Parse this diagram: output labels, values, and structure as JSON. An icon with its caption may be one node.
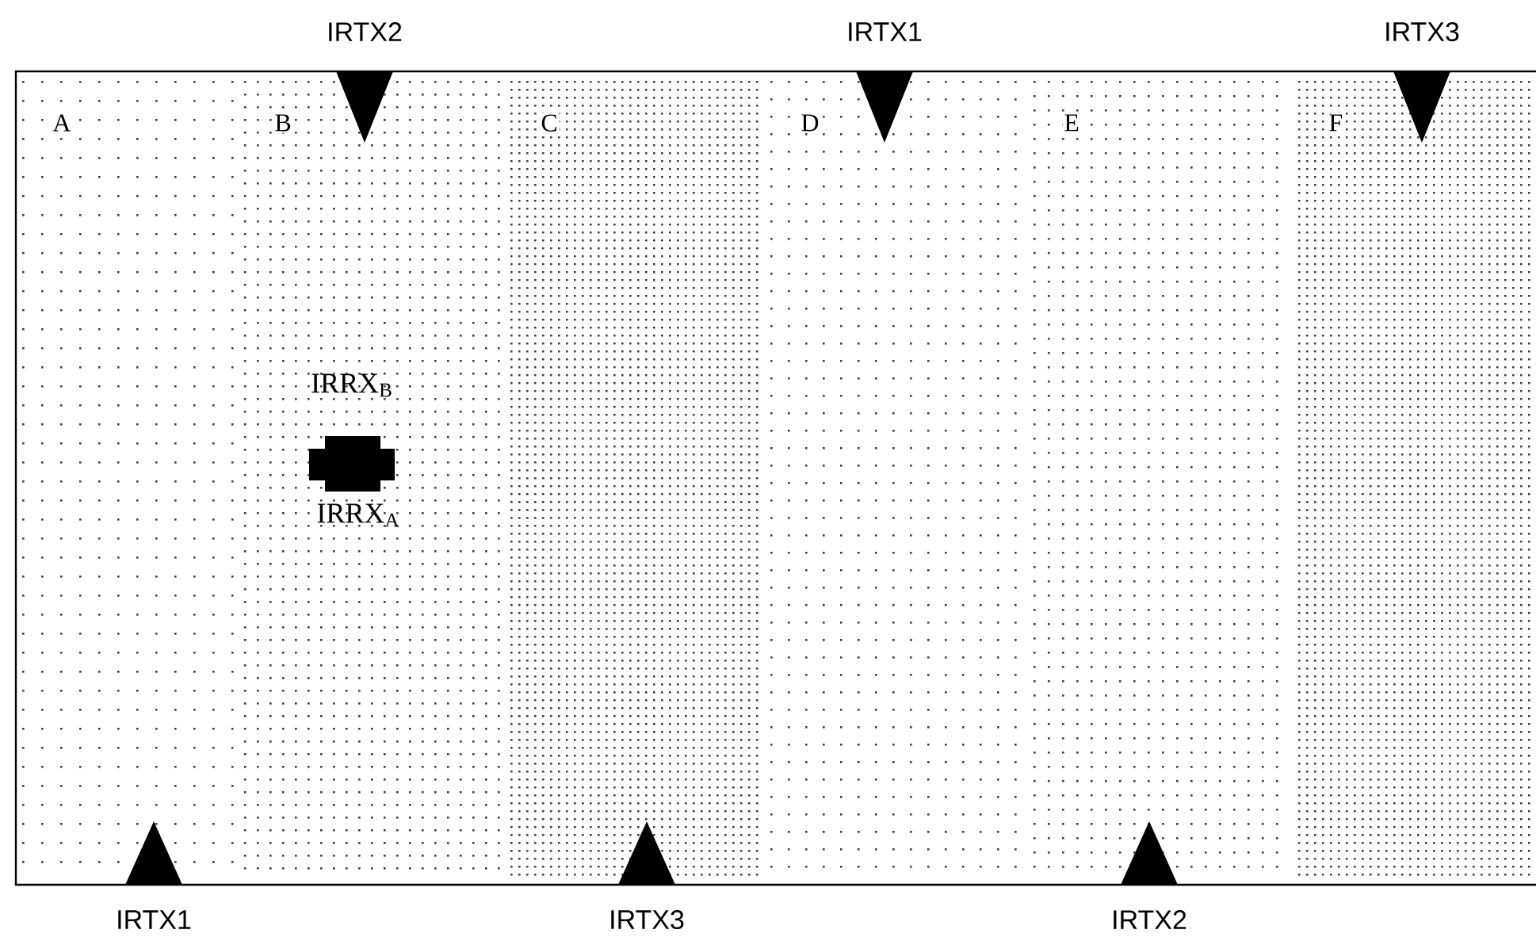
{
  "diagram": {
    "nodes": [
      {
        "text": [
          "A"
        ]
      },
      {
        "text": [
          "B"
        ]
      },
      {
        "text": [
          "C"
        ]
      },
      {
        "text": [
          "D"
        ]
      },
      {
        "text": [
          "E"
        ]
      },
      {
        "text": [
          "F"
        ]
      }
    ],
    "labels": [
      "IRTX2",
      "IRTX1",
      "IRTX3",
      "IRRX$_{B}$",
      "IRRX$_{A}$",
      "IRTX1",
      "IRTX3",
      "IRTX2"
    ]
  }
}
